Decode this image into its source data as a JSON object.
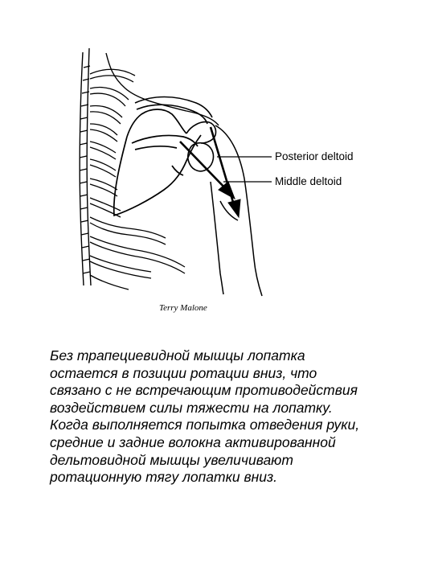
{
  "figure": {
    "labels": {
      "posterior_deltoid": "Posterior deltoid",
      "middle_deltoid": "Middle deltoid"
    },
    "signature": "Terry Malone"
  },
  "caption": {
    "lines": [
      "Без трапециевидной мышцы лопатка",
      "остается в позиции ротации вниз, что",
      "связано с не встречающим противодействия",
      "воздействием силы тяжести на лопатку.",
      "Когда выполняется попытка отведения руки,",
      "средние и задние волокна активированной",
      "дельтовидной мышцы увеличивают",
      "ротационную тягу лопатки вниз."
    ]
  }
}
